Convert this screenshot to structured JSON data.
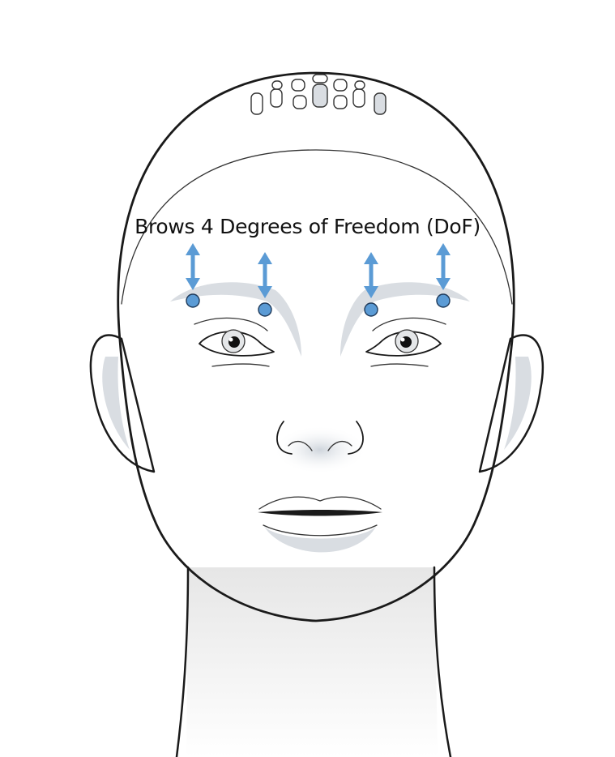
{
  "caption": "Brows 4 Degrees of Freedom (DoF)",
  "colors": {
    "arrow": "#5b9bd5",
    "control_point": "#5b9bd5",
    "shading": "#d9dde2",
    "outline": "#1a1a1a"
  },
  "brow_controls": [
    {
      "name": "left-outer-brow"
    },
    {
      "name": "left-inner-brow"
    },
    {
      "name": "right-inner-brow"
    },
    {
      "name": "right-outer-brow"
    }
  ]
}
